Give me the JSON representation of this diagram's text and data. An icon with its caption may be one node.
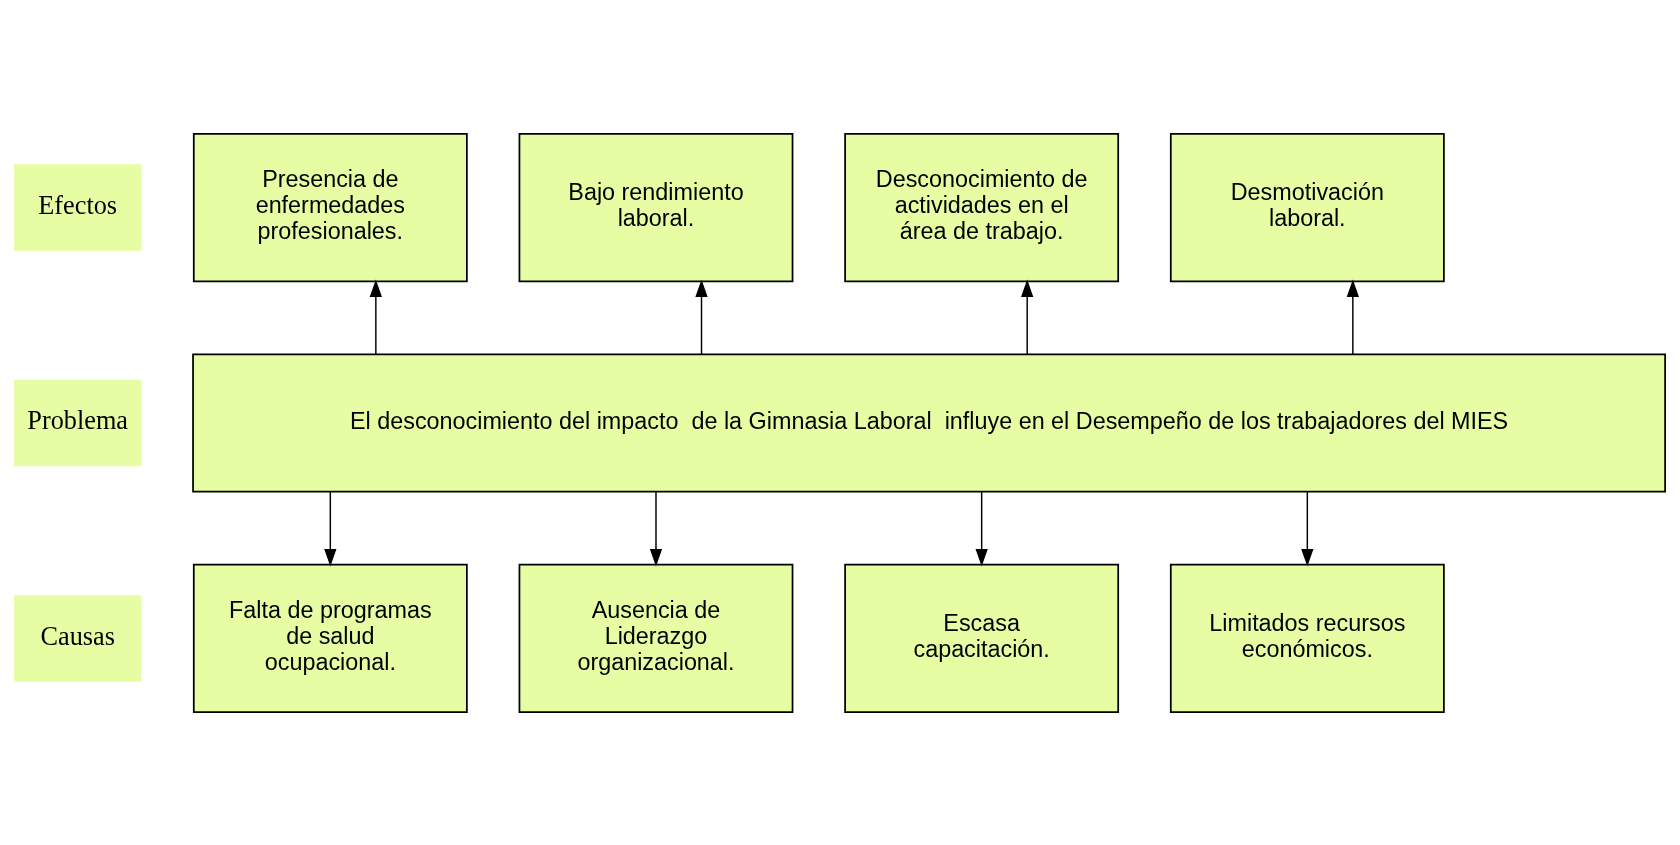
{
  "diagram": {
    "nodes": [
      {
        "text": [
          "Efectos"
        ]
      },
      {
        "text": [
          "Presencia de enfermedades profesionales."
        ]
      },
      {
        "text": [
          "Bajo rendimiento laboral."
        ]
      },
      {
        "text": [
          "Desconocimiento de actividades en el área de trabajo."
        ]
      },
      {
        "text": [
          "Desmotivación laboral."
        ]
      },
      {
        "text": [
          "Problema"
        ]
      },
      {
        "text": [
          "El desconocimiento del impacto  de la Gimnasia Laboral  influye en el Desempeño de los trabajadores del MIES"
        ]
      },
      {
        "text": [
          "Causas"
        ]
      },
      {
        "text": [
          "Falta de programas de salud ocupacional."
        ]
      },
      {
        "text": [
          "Ausencia de Liderazgo organizacional."
        ]
      },
      {
        "text": [
          "Escasa capacitación."
        ]
      },
      {
        "text": [
          "Limitados recursos económicos."
        ]
      }
    ],
    "edges": [
      {
        "from": 6,
        "to": 1,
        "arrow": "to"
      },
      {
        "from": 6,
        "to": 2,
        "arrow": "to"
      },
      {
        "from": 6,
        "to": 3,
        "arrow": "to"
      },
      {
        "from": 6,
        "to": 4,
        "arrow": "to"
      },
      {
        "from": 6,
        "to": 8,
        "arrow": "to"
      },
      {
        "from": 6,
        "to": 9,
        "arrow": "to"
      },
      {
        "from": 6,
        "to": 10,
        "arrow": "to"
      },
      {
        "from": 6,
        "to": 11,
        "arrow": "to"
      }
    ]
  }
}
